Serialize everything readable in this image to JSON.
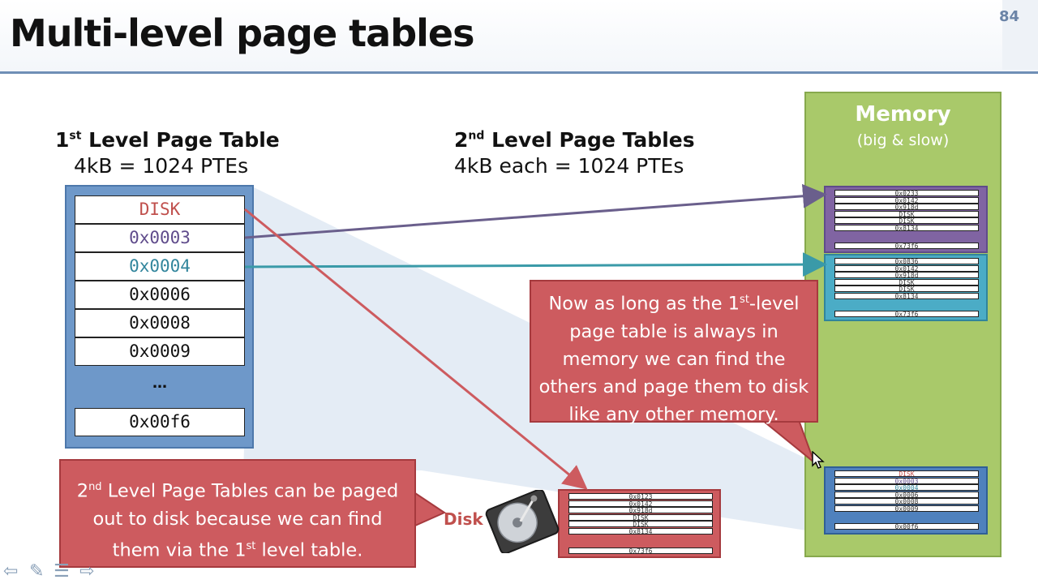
{
  "slide": {
    "title": "Multi-level page tables",
    "number": "84"
  },
  "first_level": {
    "heading_prefix": "1",
    "heading_sup": "st",
    "heading_rest": " Level Page Table",
    "subheading": "4kB = 1024 PTEs",
    "entries": [
      "DISK",
      "0x0003",
      "0x0004",
      "0x0006",
      "0x0008",
      "0x0009"
    ],
    "ellipsis": "…",
    "last_entry": "0x00f6"
  },
  "second_level": {
    "heading_prefix": "2",
    "heading_sup": "nd",
    "heading_rest": " Level Page Tables",
    "subheading": "4kB each = 1024 PTEs"
  },
  "memory": {
    "title": "Memory",
    "subtitle": "(big & slow)",
    "table_purple": {
      "rows": [
        "0x0233",
        "0x0142",
        "0x918d",
        "DISK",
        "DISK",
        "0x8134"
      ],
      "last": "0x73f6"
    },
    "table_teal": {
      "rows": [
        "0x0836",
        "0x0142",
        "0x918d",
        "DISK",
        "DISK",
        "0x8134"
      ],
      "last": "0x73f6"
    },
    "table_blue": {
      "rows": [
        "DISK",
        "0x0003",
        "0x0004",
        "0x0006",
        "0x0008",
        "0x0009"
      ],
      "last": "0x00f6"
    }
  },
  "disk": {
    "label": "Disk",
    "table": {
      "rows": [
        "0x0123",
        "0x0142",
        "0x918d",
        "DISK",
        "DISK",
        "0x8134"
      ],
      "last": "0x73f6"
    }
  },
  "callouts": {
    "paging_prefix": "Now as long as the 1",
    "paging_sup": "st",
    "paging_rest": "-level page table is always in memory we can find the others and page them to disk like any other memory.",
    "disk_prefix": "2",
    "disk_sup": "nd",
    "disk_mid": " Level Page Tables can be paged out to disk because we can find them via the 1",
    "disk_sup2": "st",
    "disk_rest": " level table."
  },
  "colors": {
    "disk_entry": "#c0504d",
    "entry_0x0003": "#5f4b8b",
    "entry_0x0004": "#31859c",
    "arrow_purple": "#6a5f8c",
    "arrow_teal": "#3a9aa8",
    "arrow_red": "#cd5b5f",
    "purple_table": "#8064a2",
    "teal_table": "#4bacc6",
    "blue_table": "#4f81bd",
    "memory_bg": "#a9c96a",
    "callout_bg": "#cd5b5f"
  },
  "nav": {
    "icons": [
      "arrow-left-icon",
      "pen-icon",
      "notes-icon",
      "arrow-right-icon"
    ]
  }
}
